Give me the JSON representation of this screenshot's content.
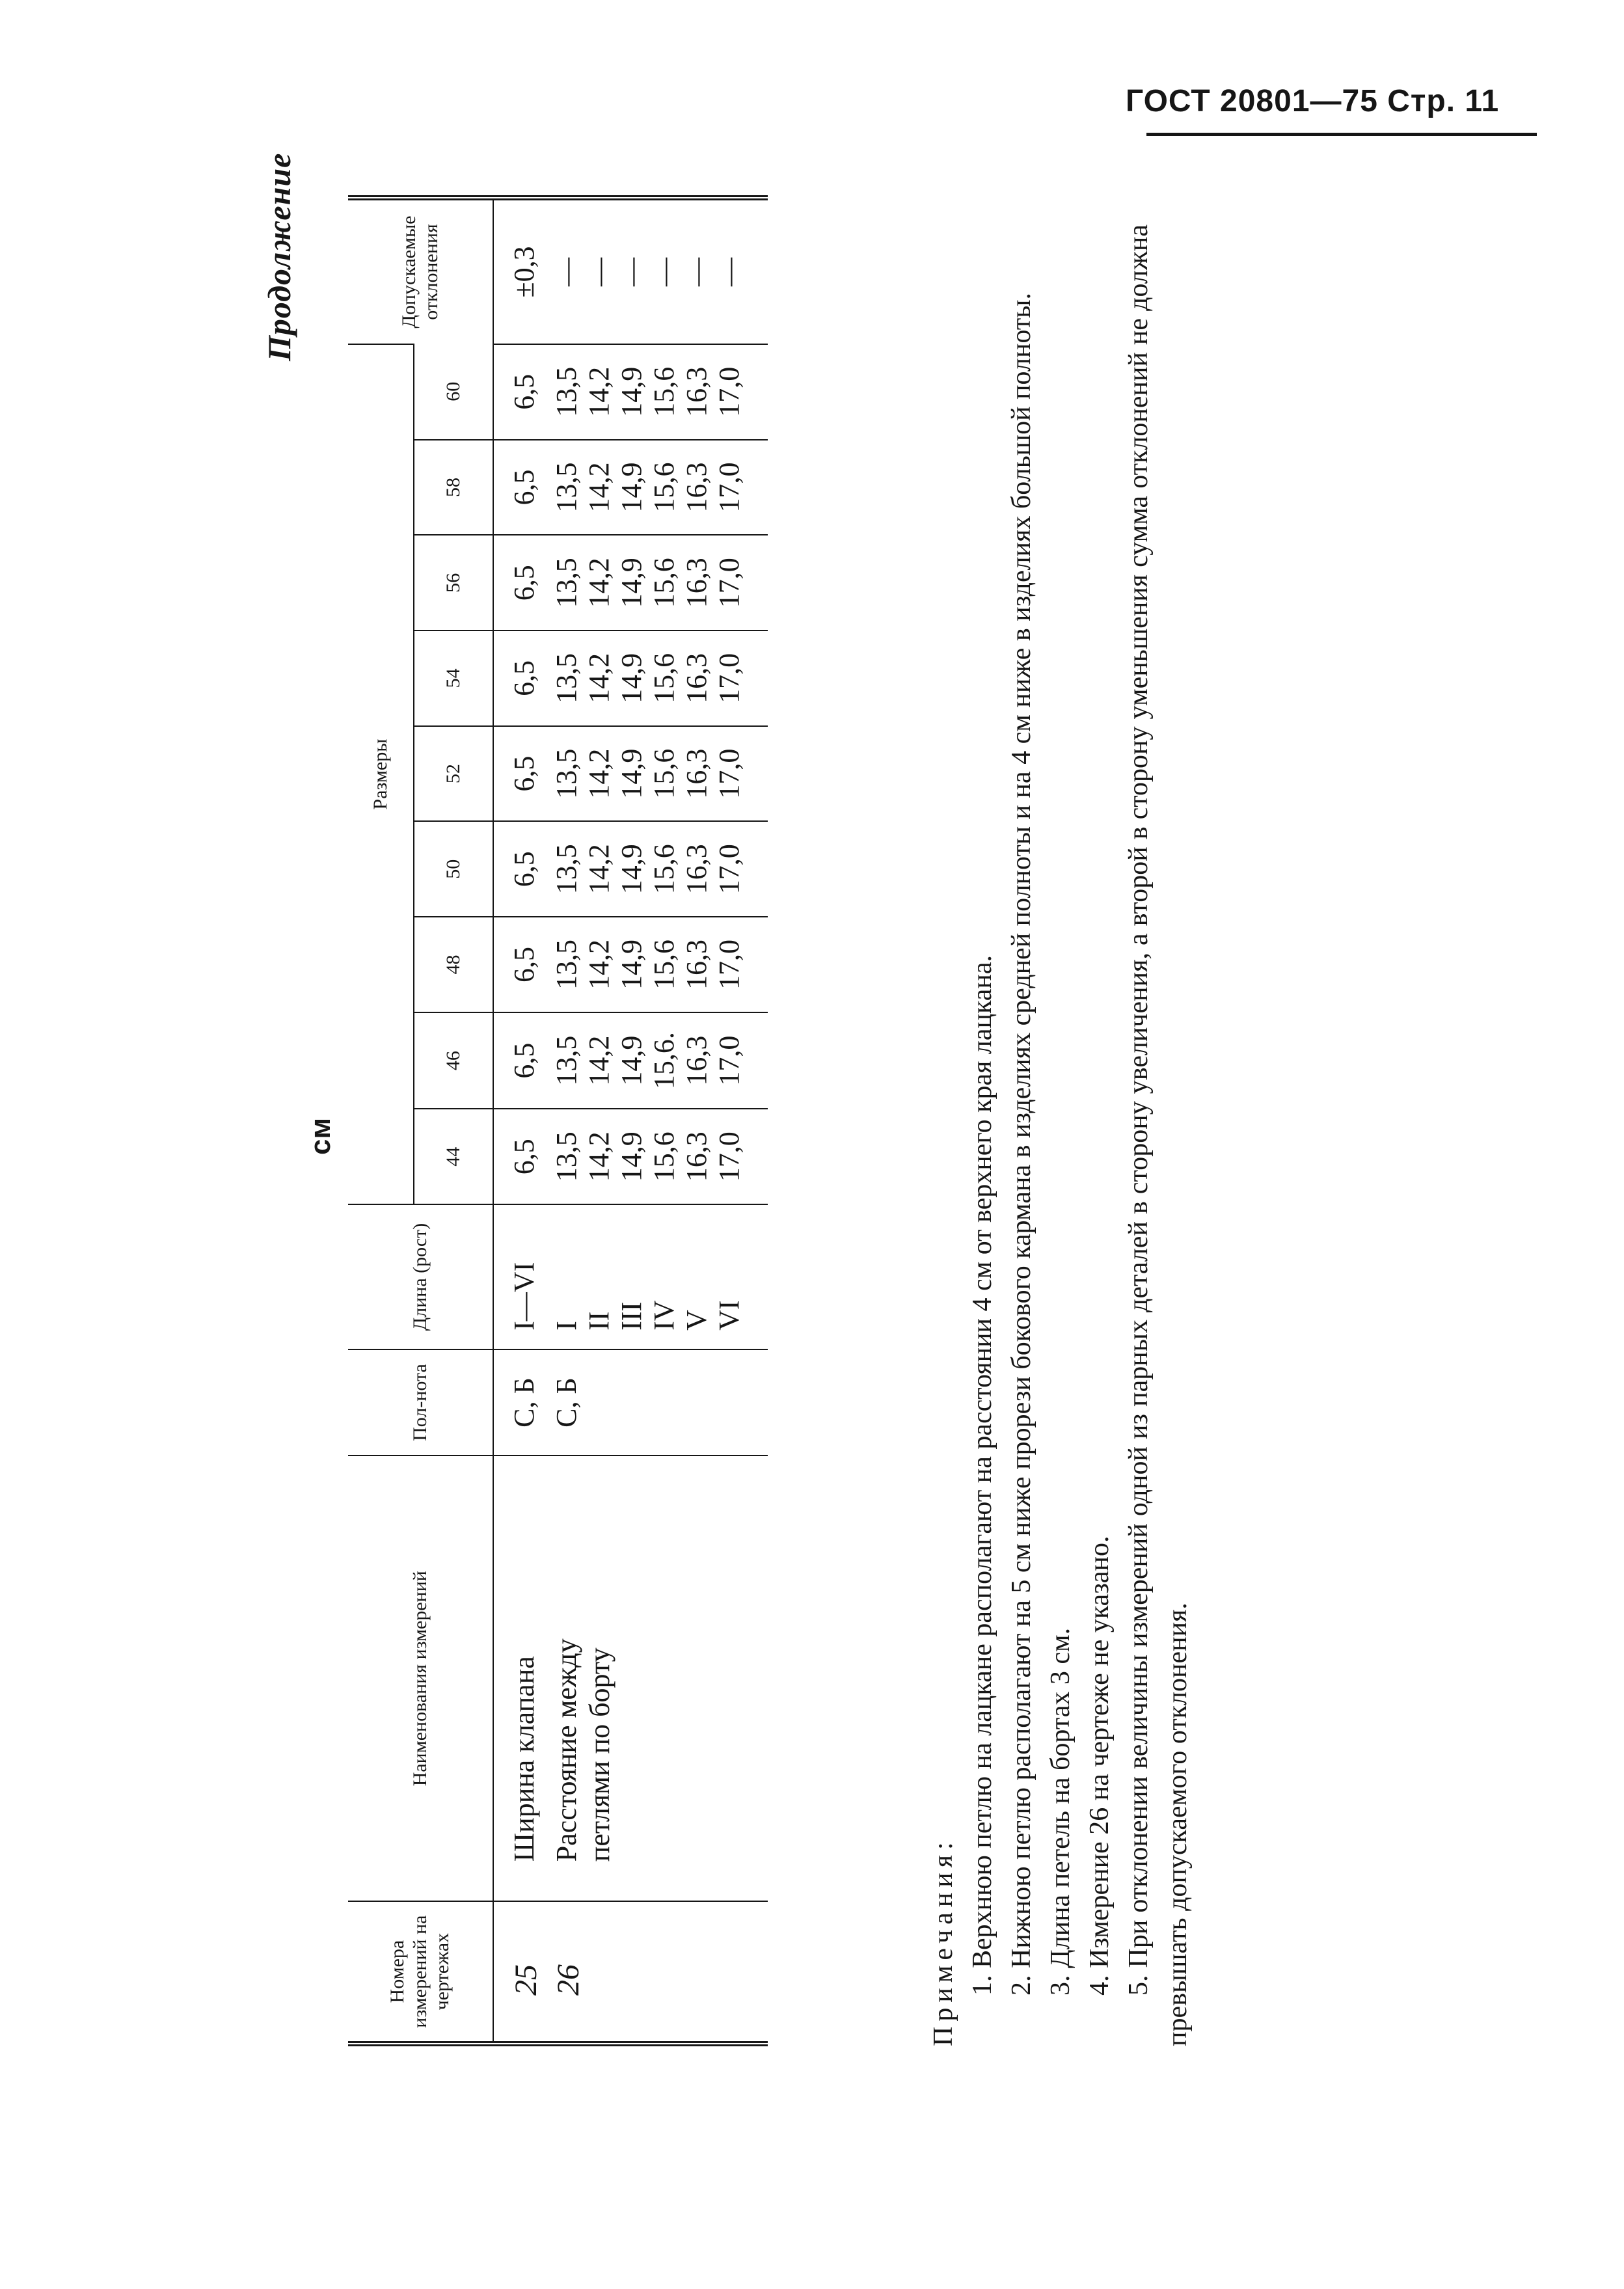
{
  "page": {
    "header": "ГОСТ 20801—75 Стр. 11"
  },
  "caption": "Продолжение",
  "unit": "см",
  "table": {
    "headers": {
      "number": "Номера измерений на чертежах",
      "name": "Наименования измерений",
      "fullness": "Пол-нота",
      "height": "Длина (рост)",
      "sizes_group": "Размеры",
      "sizes": [
        "44",
        "46",
        "48",
        "50",
        "52",
        "54",
        "56",
        "58",
        "60"
      ],
      "tolerance": "Допускаемые отклонения"
    },
    "rows": [
      {
        "number": "25",
        "name": [
          "Ширина клапана"
        ],
        "fullness": "С, Б",
        "heights": [
          "I—VI"
        ],
        "values": [
          [
            "6,5"
          ],
          [
            "6,5"
          ],
          [
            "6,5"
          ],
          [
            "6,5"
          ],
          [
            "6,5"
          ],
          [
            "6,5"
          ],
          [
            "6,5"
          ],
          [
            "6,5"
          ],
          [
            "6,5"
          ]
        ],
        "tolerance": [
          "±0,3"
        ]
      },
      {
        "number": "26",
        "name": [
          "Расстояние между",
          "петлями по борту"
        ],
        "fullness": "С, Б",
        "heights": [
          "I",
          "II",
          "III",
          "IV",
          "V",
          "VI"
        ],
        "values": [
          [
            "13,5",
            "14,2",
            "14,9",
            "15,6",
            "16,3",
            "17,0"
          ],
          [
            "13,5",
            "14,2",
            "14,9",
            "15,6.",
            "16,3",
            "17,0"
          ],
          [
            "13,5",
            "14,2",
            "14,9",
            "15,6",
            "16,3",
            "17,0"
          ],
          [
            "13,5",
            "14,2",
            "14,9",
            "15,6",
            "16,3",
            "17,0"
          ],
          [
            "13,5",
            "14,2",
            "14,9",
            "15,6",
            "16,3",
            "17,0"
          ],
          [
            "13,5",
            "14,2",
            "14,9",
            "15,6",
            "16,3",
            "17,0"
          ],
          [
            "13,5",
            "14,2",
            "14,9",
            "15,6",
            "16,3",
            "17,0"
          ],
          [
            "13,5",
            "14,2",
            "14,9",
            "15,6",
            "16,3",
            "17,0"
          ],
          [
            "13,5",
            "14,2",
            "14,9",
            "15,6",
            "16,3",
            "17,0"
          ]
        ],
        "tolerance": [
          "—",
          "—",
          "—",
          "—",
          "—",
          "—"
        ]
      }
    ]
  },
  "notes": {
    "title": "Примечания:",
    "items": [
      "1. Верхнюю петлю на лацкане располагают на расстоянии 4 см от верхнего края лацкана.",
      "2. Нижною петлю располагают на 5 см ниже прорези бокового кармана в изделиях средней полноты и на 4 см ниже в изделиях большой полноты.",
      "3. Длина петель на бортах 3 см.",
      "4. Измерение 26 на чертеже не указано.",
      "5. При отклонении величины измерений одной из парных деталей в сторону увеличения, а второй в сторону уменьшения сумма отклонений не должна превышать допускаемого отклонения."
    ]
  }
}
